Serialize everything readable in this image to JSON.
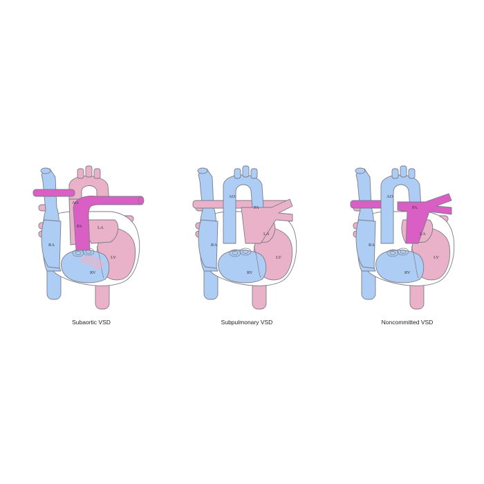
{
  "colors": {
    "background": "#ffffff",
    "deoxygenated": "#aecdf5",
    "oxygenated": "#e9b2c8",
    "mixed_vessel": "#d95fc4",
    "outline": "#7a7a86"
  },
  "panels": [
    {
      "caption": "Subaortic VSD",
      "labels": {
        "ao": "AO",
        "pa": "PA",
        "la": "LA",
        "ra": "RA",
        "rv": "RV",
        "lv": "LV"
      }
    },
    {
      "caption": "Subpulmonary VSD",
      "labels": {
        "ao": "AO",
        "pa": "PA",
        "la": "LA",
        "ra": "RA",
        "rv": "RV",
        "lv": "LV"
      }
    },
    {
      "caption": "Noncommitted VSD",
      "labels": {
        "ao": "AO",
        "pa": "PA",
        "la": "LA",
        "ra": "RA",
        "rv": "RV",
        "lv": "LV"
      }
    }
  ]
}
